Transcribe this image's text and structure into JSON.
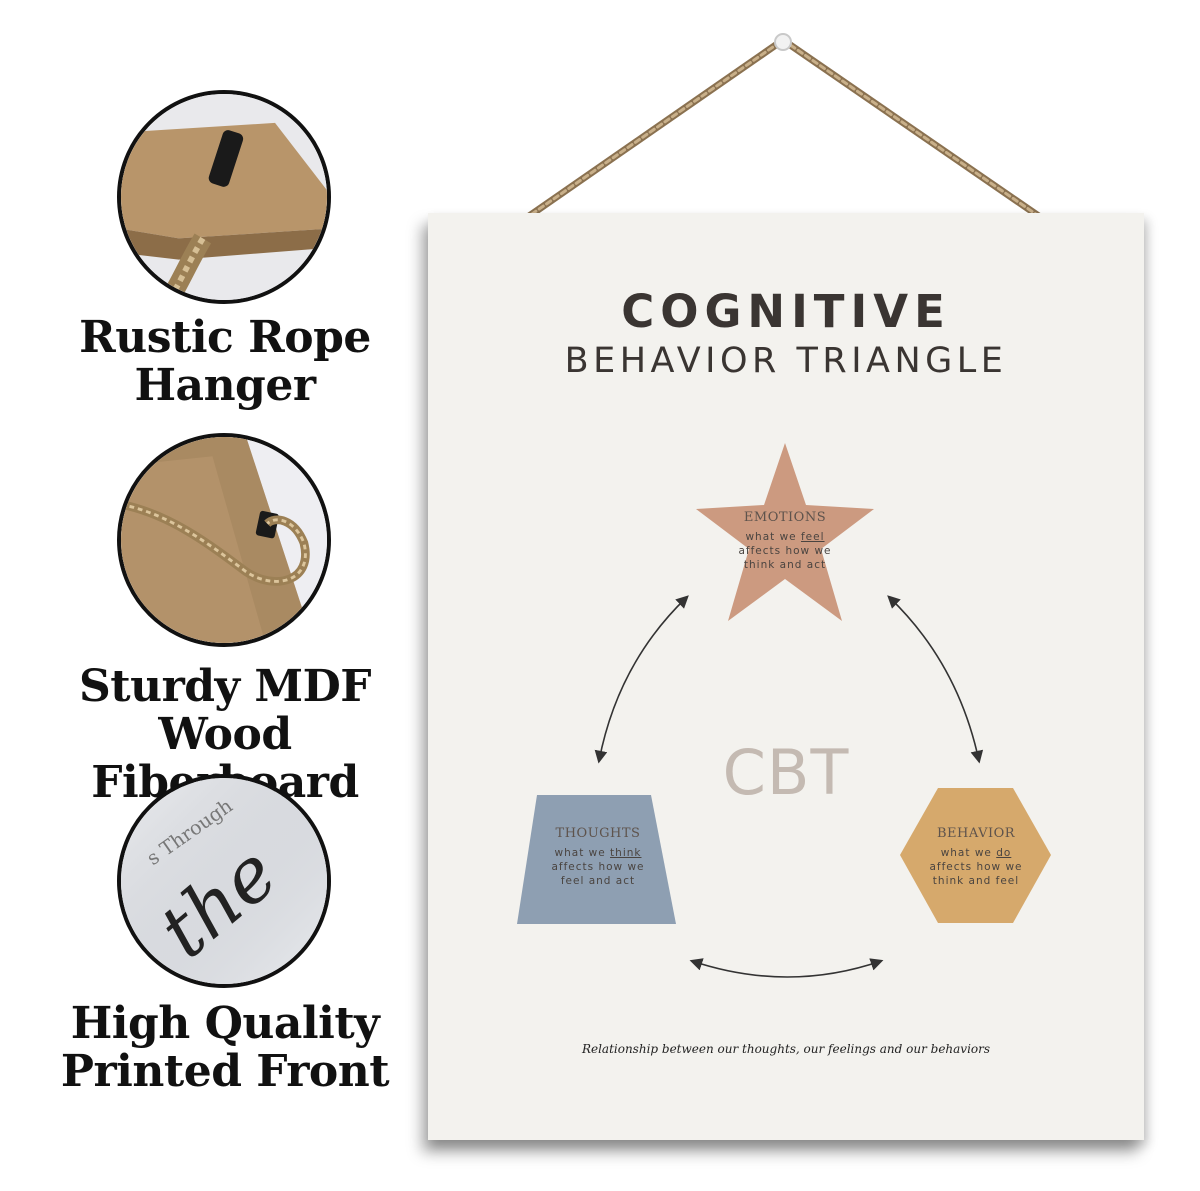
{
  "features": [
    {
      "lines": [
        "Rustic Rope",
        "Hanger"
      ],
      "icon": "rope-hanger-photo"
    },
    {
      "lines": [
        "Sturdy MDF Wood",
        "Fiberboard"
      ],
      "icon": "mdf-board-photo"
    },
    {
      "lines": [
        "High Quality",
        "Printed Front"
      ],
      "icon": "printed-front-photo"
    }
  ],
  "board": {
    "title_line1": "COGNITIVE",
    "title_line2": "BEHAVIOR TRIANGLE",
    "center_label": "CBT",
    "caption": "Relationship between our thoughts, our feelings and our behaviors",
    "colors": {
      "board": "#f3f2ee",
      "emotions": "#cc9a80",
      "thoughts": "#8e9fb2",
      "behavior": "#d6a96c",
      "rope": "#a88d6a"
    },
    "emotions": {
      "title": "EMOTIONS",
      "line1_pre": "what we ",
      "line1_u": "feel",
      "line2": "affects how we",
      "line3": "think and act"
    },
    "thoughts": {
      "title": "THOUGHTS",
      "line1_pre": "what we ",
      "line1_u": "think",
      "line2": "affects how we",
      "line3": "feel and act"
    },
    "behavior": {
      "title": "BEHAVIOR",
      "line1_pre": "what we ",
      "line1_u": "do",
      "line2": "affects how we",
      "line3": "think and feel"
    }
  },
  "photo_text": {
    "script_word": "the",
    "faint_text": "s Through"
  }
}
